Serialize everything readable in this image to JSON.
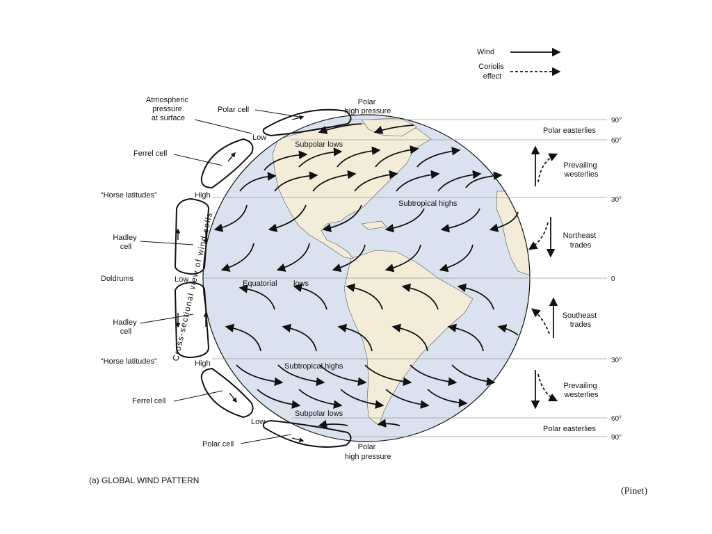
{
  "legend": {
    "wind": "Wind",
    "coriolis_line1": "Coriolis",
    "coriolis_line2": "effect"
  },
  "left_labels": {
    "atmospheric_pressure": [
      "Atmospheric",
      "pressure",
      "at surface"
    ],
    "polar_cell_top": "Polar cell",
    "ferrel_cell_top": "Ferrel cell",
    "horse_latitudes_top": "“Horse latitudes”",
    "hadley_cell_top": [
      "Hadley",
      "cell"
    ],
    "doldrums": "Doldrums",
    "hadley_cell_bottom": [
      "Hadley",
      "cell"
    ],
    "horse_latitudes_bottom": "“Horse latitudes”",
    "ferrel_cell_bottom": "Ferrel cell",
    "polar_cell_bottom": "Polar cell",
    "vertical_title": "Cross-sectional view of wind cells"
  },
  "pressure_marks": {
    "low_top": "Low",
    "high_top": "High",
    "low_mid": "Low",
    "high_bottom": "High",
    "low_bottom": "Low"
  },
  "globe_labels": {
    "polar_high_top": [
      "Polar",
      "high pressure"
    ],
    "subpolar_lows_top": "Subpolar lows",
    "subtropical_highs_top": "Subtropical highs",
    "equatorial": "Equatorial",
    "lows": "lows",
    "subtropical_highs_bottom": "Subtropical highs",
    "subpolar_lows_bottom": "Subpolar lows",
    "polar_high_bottom": [
      "Polar",
      "high pressure"
    ]
  },
  "latitudes": {
    "n90": "90°",
    "n60": "60°",
    "n30": "30°",
    "eq": "0",
    "s30": "30°",
    "s60": "60°",
    "s90": "90°"
  },
  "wind_belts": {
    "polar_easterlies_top": "Polar easterlies",
    "prevailing_westerlies_top": [
      "Prevailing",
      "westerlies"
    ],
    "northeast_trades": [
      "Northeast",
      "trades"
    ],
    "southeast_trades": [
      "Southeast",
      "trades"
    ],
    "prevailing_westerlies_bottom": [
      "Prevailing",
      "westerlies"
    ],
    "polar_easterlies_bottom": "Polar easterlies"
  },
  "caption": "(a) GLOBAL WIND PATTERN",
  "credit": "(Pinet)",
  "colors": {
    "ocean": "#d9e2ee",
    "land": "#f3ecd9",
    "stroke": "#111111",
    "lat_line": "#9a9a9a"
  }
}
